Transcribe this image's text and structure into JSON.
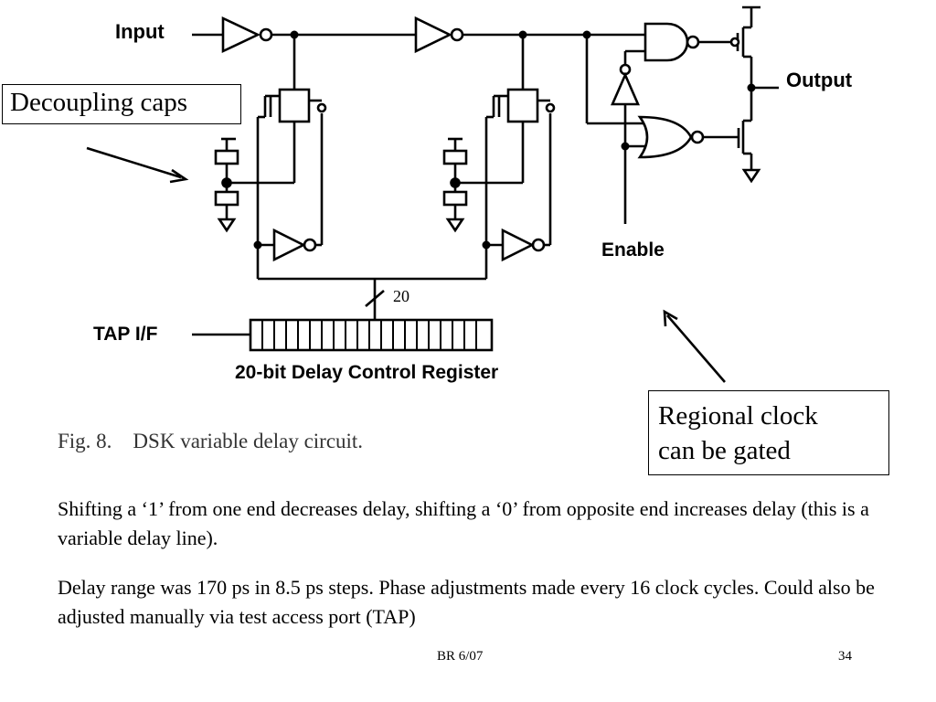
{
  "diagram": {
    "input_label": "Input",
    "output_label": "Output",
    "enable_label": "Enable",
    "tap_label": "TAP I/F",
    "bus_width": "20",
    "register_label": "20-bit Delay Control Register",
    "fig_caption": "Fig. 8.    DSK variable delay circuit."
  },
  "callouts": {
    "decoupling": "Decoupling caps",
    "regional_line1": "Regional clock",
    "regional_line2": "can be gated"
  },
  "body": {
    "para1": "Shifting a ‘1’ from one end decreases delay, shifting a ‘0’ from opposite end increases delay (this is a variable delay line).",
    "para2": "Delay range was 170 ps in 8.5 ps steps.   Phase adjustments made every 16 clock cycles. Could also be adjusted manually via test access port (TAP)"
  },
  "footer": {
    "left": "BR 6/07",
    "right": "34"
  }
}
